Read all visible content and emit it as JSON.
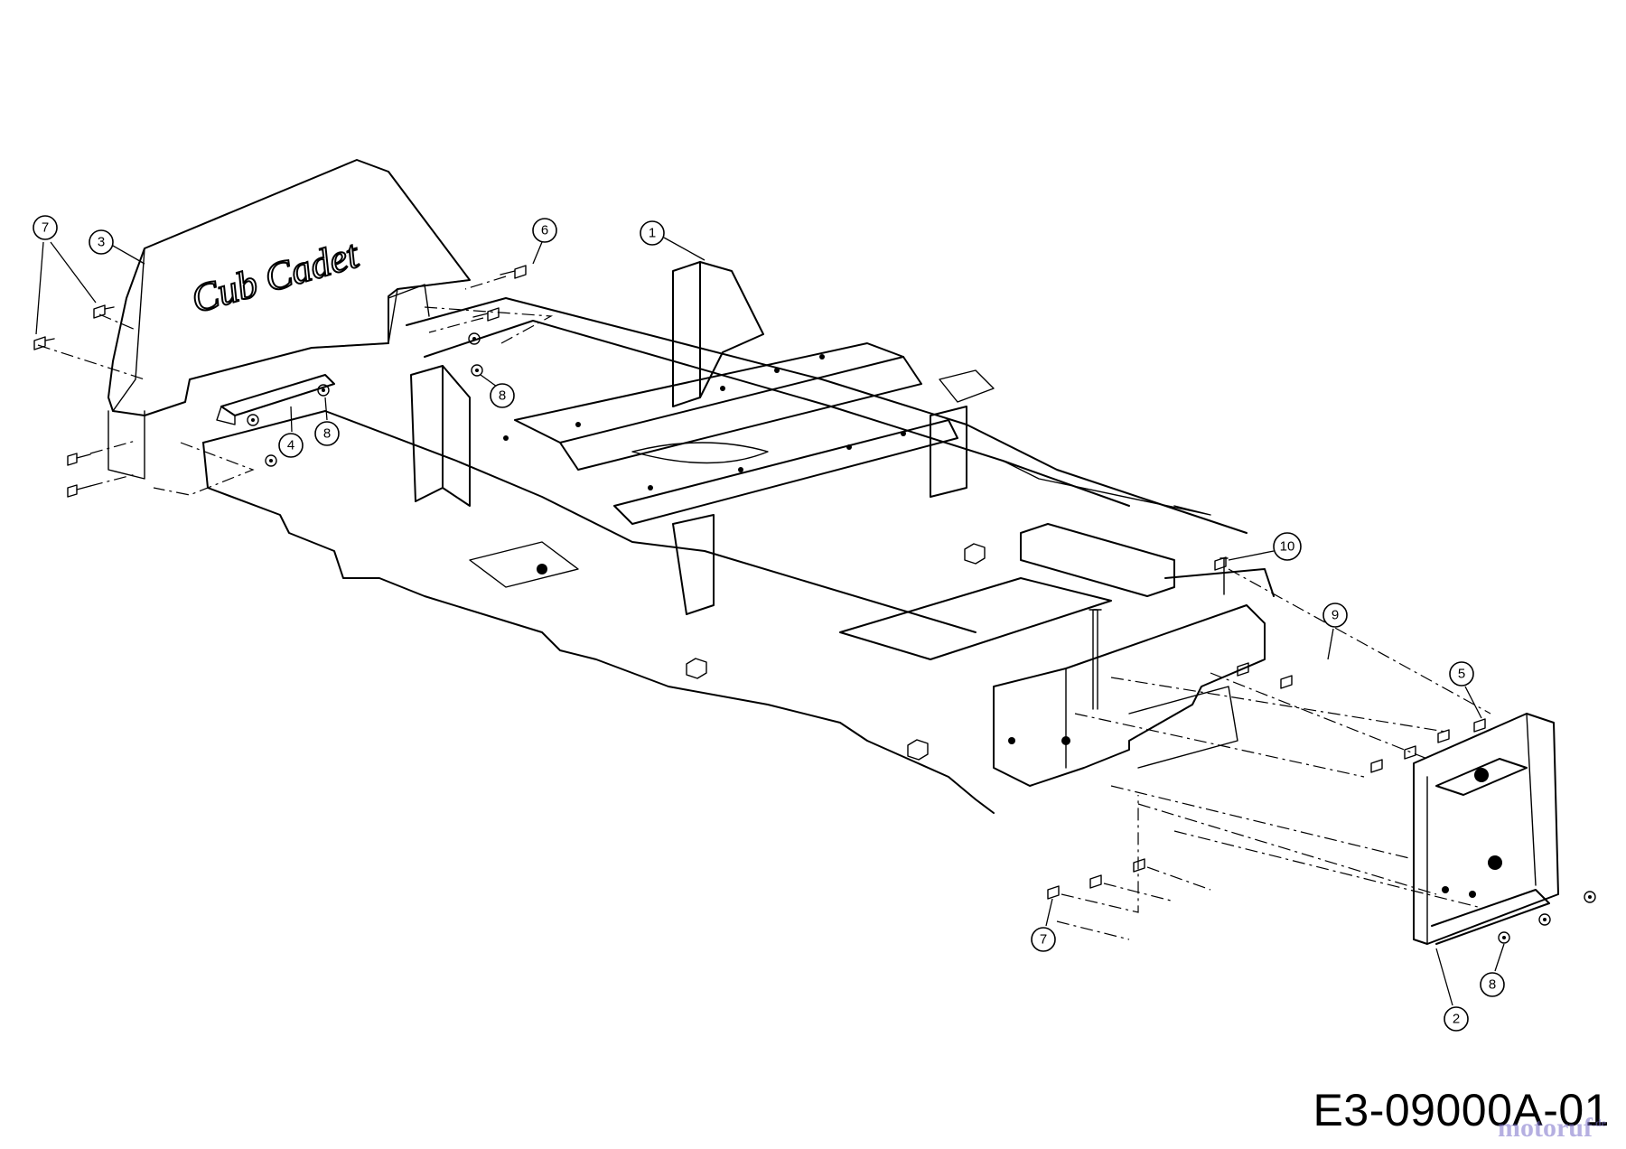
{
  "diagram": {
    "code": "E3-09000A-01",
    "watermark": "motoruf",
    "watermark_suffix": ".de",
    "logo_text": "Cub Cadet"
  },
  "callouts": [
    {
      "id": "c7a",
      "label": "7"
    },
    {
      "id": "c3",
      "label": "3"
    },
    {
      "id": "c6",
      "label": "6"
    },
    {
      "id": "c1",
      "label": "1"
    },
    {
      "id": "c8a",
      "label": "8"
    },
    {
      "id": "c4",
      "label": "4"
    },
    {
      "id": "c8b",
      "label": "8"
    },
    {
      "id": "c10",
      "label": "10"
    },
    {
      "id": "c9",
      "label": "9"
    },
    {
      "id": "c5",
      "label": "5"
    },
    {
      "id": "c7b",
      "label": "7"
    },
    {
      "id": "c8c",
      "label": "8"
    },
    {
      "id": "c2",
      "label": "2"
    }
  ]
}
